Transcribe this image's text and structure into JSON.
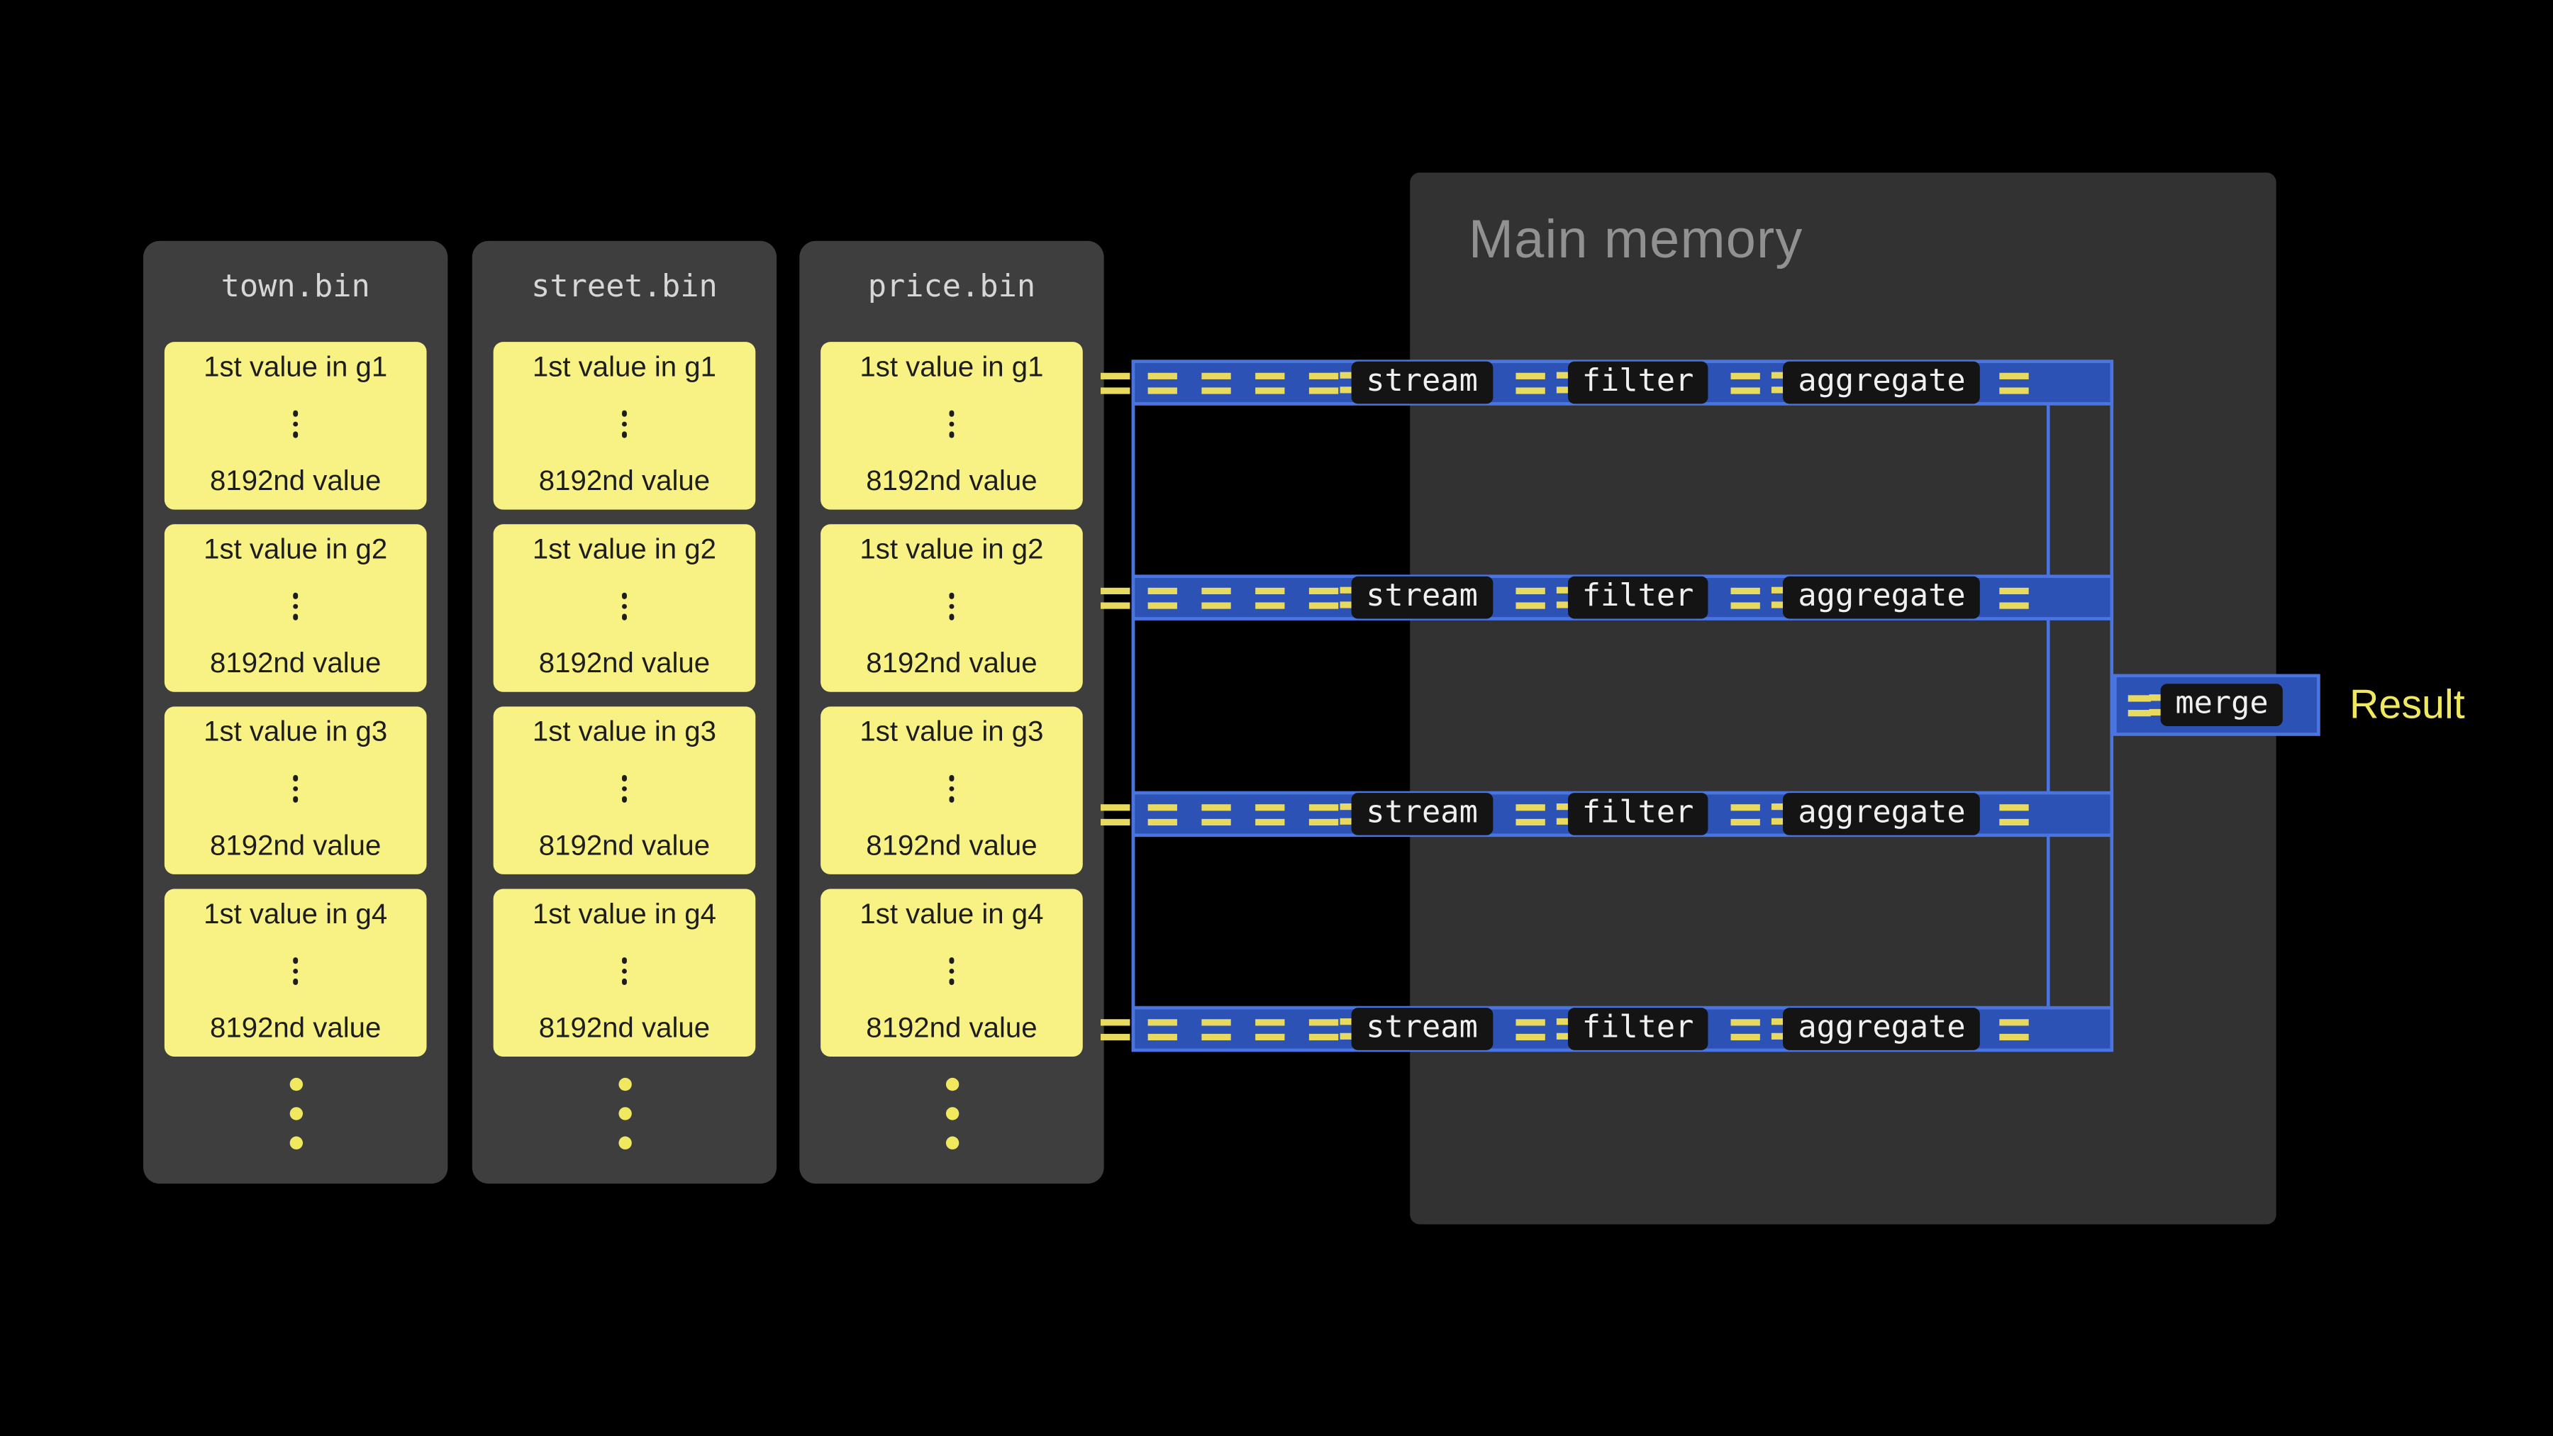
{
  "diagram": {
    "files": [
      {
        "name": "town.bin",
        "groups": [
          {
            "top": "1st value in g1",
            "bottom": "8192nd value"
          },
          {
            "top": "1st value in g2",
            "bottom": "8192nd value"
          },
          {
            "top": "1st value in g3",
            "bottom": "8192nd value"
          },
          {
            "top": "1st value in g4",
            "bottom": "8192nd value"
          }
        ]
      },
      {
        "name": "street.bin",
        "groups": [
          {
            "top": "1st value in g1",
            "bottom": "8192nd value"
          },
          {
            "top": "1st value in g2",
            "bottom": "8192nd value"
          },
          {
            "top": "1st value in g3",
            "bottom": "8192nd value"
          },
          {
            "top": "1st value in g4",
            "bottom": "8192nd value"
          }
        ]
      },
      {
        "name": "price.bin",
        "groups": [
          {
            "top": "1st value in g1",
            "bottom": "8192nd value"
          },
          {
            "top": "1st value in g2",
            "bottom": "8192nd value"
          },
          {
            "top": "1st value in g3",
            "bottom": "8192nd value"
          },
          {
            "top": "1st value in g4",
            "bottom": "8192nd value"
          }
        ]
      }
    ],
    "main_memory": {
      "title": "Main memory"
    },
    "pipelines": [
      {
        "stages": [
          "stream",
          "filter",
          "aggregate"
        ]
      },
      {
        "stages": [
          "stream",
          "filter",
          "aggregate"
        ]
      },
      {
        "stages": [
          "stream",
          "filter",
          "aggregate"
        ]
      },
      {
        "stages": [
          "stream",
          "filter",
          "aggregate"
        ]
      }
    ],
    "merge": {
      "label": "merge"
    },
    "result": {
      "label": "Result"
    },
    "colors": {
      "background": "#000000",
      "file_panel": "#3e3e3e",
      "memory_panel": "#323232",
      "cell_yellow": "#f8f285",
      "accent_yellow": "#e8da5e",
      "pipe_fill": "#2d52b5",
      "pipe_border": "#4a74e0",
      "badge_bg": "#141414",
      "badge_text": "#f0f0f0"
    }
  }
}
